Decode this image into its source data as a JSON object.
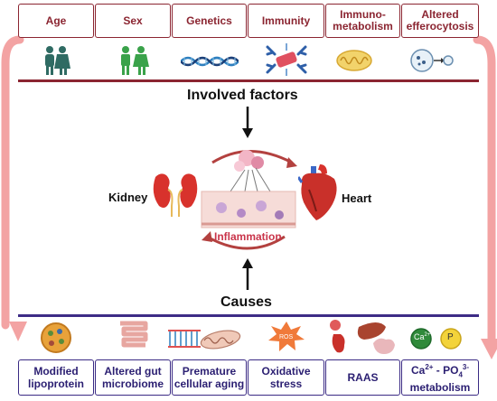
{
  "top_factors": [
    {
      "label": "Age",
      "icon": "people-icon"
    },
    {
      "label": "Sex",
      "icon": "male-female-icon"
    },
    {
      "label": "Genetics",
      "icon": "dna-icon"
    },
    {
      "label": "Immunity",
      "icon": "antibody-icon"
    },
    {
      "label": "Immuno-\nmetabolism",
      "icon": "mitochondria-icon"
    },
    {
      "label": "Altered\nefferocytosis",
      "icon": "phagocytosis-icon"
    }
  ],
  "bottom_causes": [
    {
      "label": "Modified\nlipoprotein",
      "icon": "lipoprotein-icon"
    },
    {
      "label": "Altered gut\nmicrobiome",
      "icon": "intestine-icon"
    },
    {
      "label": "Premature\ncellular aging",
      "icon": "dna-mitochondria-icon"
    },
    {
      "label": "Oxidative\nstress",
      "icon": "ros-icon"
    },
    {
      "label": "RAAS",
      "icon": "kidney-liver-brain-icon"
    },
    {
      "label": "",
      "icon": "calcium-phosphate-icon"
    }
  ],
  "center": {
    "involved_factors": "Involved factors",
    "causes": "Causes",
    "kidney": "Kidney",
    "heart": "Heart",
    "inflammation": "Inflammation",
    "ros_text": "ROS",
    "ca_text": "Ca",
    "p_text": "P"
  },
  "colors": {
    "top_accent": "#8b2531",
    "bottom_accent": "#3a2a84",
    "arrow_pink": "#f08a8a",
    "cycle_arrow": "#b3413f"
  }
}
